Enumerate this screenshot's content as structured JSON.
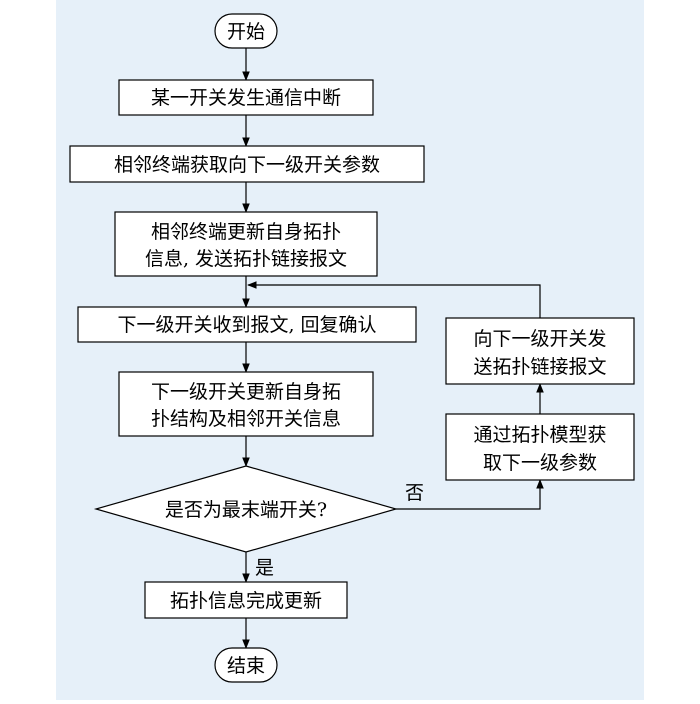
{
  "nodes": {
    "start": "开始",
    "step1": "某一开关发生通信中断",
    "step2": "相邻终端获取向下一级开关参数",
    "step3": [
      "相邻终端更新自身拓扑",
      "信息, 发送拓扑链接报文"
    ],
    "step4": "下一级开关收到报文, 回复确认",
    "step5": [
      "下一级开关更新自身拓",
      "扑结构及相邻开关信息"
    ],
    "decision": "是否为最末端开关?",
    "finish_update": "拓扑信息完成更新",
    "end": "结束",
    "loop_get": [
      "通过拓扑模型获",
      "取下一级参数"
    ],
    "loop_send": [
      "向下一级开关发",
      "送拓扑链接报文"
    ]
  },
  "edges": {
    "yes": "是",
    "no": "否"
  },
  "colors": {
    "background": "#e6f0f9",
    "node_fill": "#ffffff",
    "line": "#000000"
  }
}
